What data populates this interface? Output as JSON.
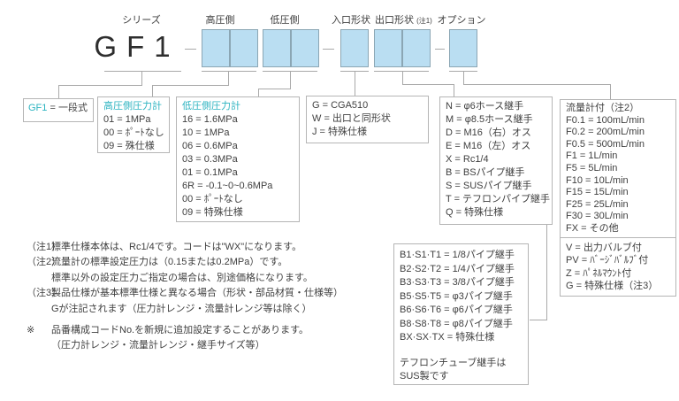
{
  "colors": {
    "teal": "#2bb3c0",
    "box_blue": "#badef2",
    "line_gray": "#a9a9a9"
  },
  "header": {
    "series_label": "シリーズ",
    "series_code": "GF1",
    "labels": {
      "high": "高圧側",
      "low": "低圧側",
      "inlet": "入口形状",
      "outlet": "出口形状",
      "outlet_note": "(注1)",
      "option": "オプション"
    }
  },
  "boxes": {
    "series": {
      "code": "GF1",
      "rest": " = 一段式"
    },
    "high_pressure": {
      "title": "高圧側圧力計",
      "items": [
        "01 = 1MPa",
        "00 = ﾎﾟｰﾄなし",
        "09 = 殊仕様"
      ]
    },
    "low_pressure": {
      "title": "低圧側圧力計",
      "items": [
        "16 = 1.6MPa",
        "10 = 1MPa",
        "06 = 0.6MPa",
        "03 = 0.3MPa",
        "01 = 0.1MPa",
        "6R = -0.1~0~0.6MPa",
        "00 = ﾎﾟｰﾄなし",
        "09 = 特殊仕様"
      ]
    },
    "inlet": {
      "items": [
        "G = CGA510",
        "W = 出口と同形状",
        "J = 特殊仕様"
      ]
    },
    "outlet": {
      "items": [
        "N = φ6ホース継手",
        "M = φ8.5ホース継手",
        "D = M16（右）オス",
        "E = M16（左）オス",
        "X = Rc1/4",
        "B = BSパイプ継手",
        "S = SUSパイプ継手",
        "T = テフロンパイプ継手",
        "Q = 特殊仕様"
      ]
    },
    "options": {
      "title": "流量計付（注2）",
      "flow_items": [
        "F0.1 = 100mL/min",
        "F0.2 = 200mL/min",
        "F0.5 = 500mL/min",
        "F1 = 1L/min",
        "F5 = 5L/min",
        "F10 = 10L/min",
        "F15 = 15L/min",
        "F25 = 25L/min",
        "F30 = 30L/min",
        "FX = その他"
      ],
      "extra_items": [
        "V = 出力バルブ付",
        "PV = ﾊﾞｰｼﾞﾊﾞﾙﾌﾞ付",
        "Z = ﾊﾟﾈﾙﾏｳﾝﾄ付",
        "G = 特殊仕様（注3）"
      ]
    },
    "pipe_size": {
      "items": [
        "B1·S1·T1 = 1/8パイプ継手",
        "B2·S2·T2 = 1/4パイプ継手",
        "B3·S3·T3 = 3/8パイプ継手",
        "B5·S5·T5 = φ3パイプ継手",
        "B6·S6·T6 = φ6パイプ継手",
        "B8·S8·T8 = φ8パイプ継手",
        "BX·SX·TX = 特殊仕様"
      ],
      "note_lines": [
        "テフロンチューブ継手は",
        "SUS製です"
      ]
    }
  },
  "notes": {
    "rows": [
      {
        "m": "（注1）",
        "t": "標準仕様本体は、Rc1/4です。コードは\"WX\"になります。"
      },
      {
        "m": "（注2）",
        "t": "流量計の標準設定圧力は（0.15または0.2MPa）です。"
      },
      {
        "m": "",
        "t": "標準以外の設定圧力ご指定の場合は、別途価格になります。"
      },
      {
        "m": "（注3）",
        "t": "製品仕様が基本標準仕様と異なる場合（形状・部品材質・仕様等）"
      },
      {
        "m": "",
        "t": "Gが注記されます（圧力計レンジ・流量計レンジ等は除く）"
      },
      {
        "m": "※",
        "t": "品番構成コードNo.を新規に追加設定することがあります。"
      },
      {
        "m": "",
        "t": "（圧力計レンジ・流量計レンジ・継手サイズ等）"
      }
    ]
  }
}
